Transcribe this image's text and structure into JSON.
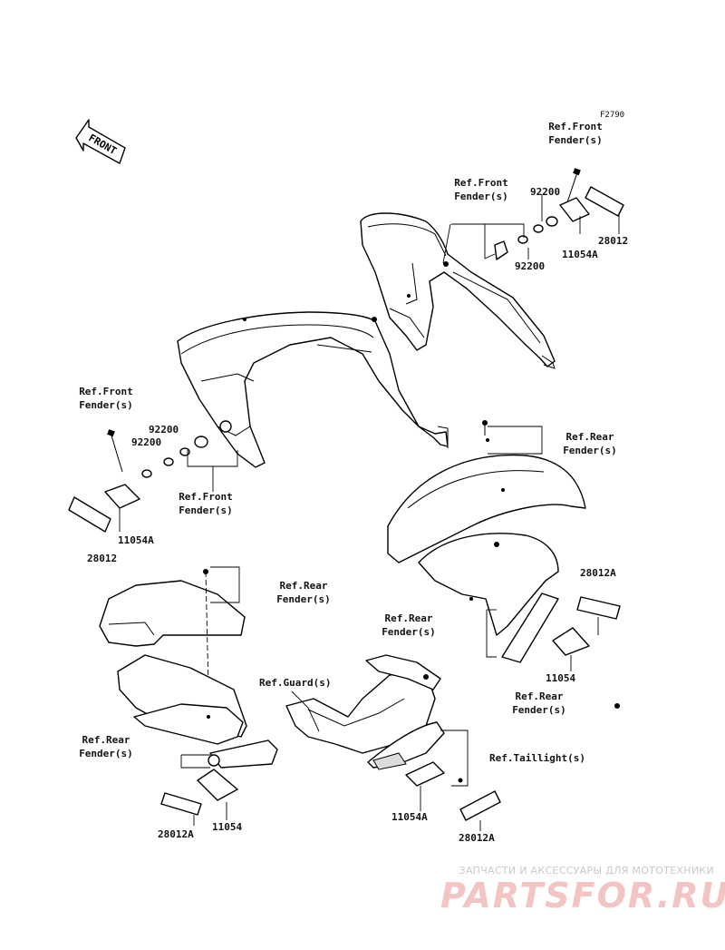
{
  "figure_code": "F2790",
  "front_arrow_text": "FRONT",
  "watermark": {
    "tagline": "ЗАПЧАСТИ И АКСЕССУАРЫ ДЛЯ МОТОТЕХНИКИ",
    "logo": "PARTSFOR.RU"
  },
  "labels": {
    "ref_front_fender_top": "Ref.Front\nFender(s)",
    "ref_front_fender_mid": "Ref.Front\nFender(s)",
    "p92200_a": "92200",
    "p92200_b": "92200",
    "p28012_a": "28012",
    "p11054a_a": "11054A",
    "ref_front_fender_left": "Ref.Front\nFender(s)",
    "p92200_c": "92200",
    "p92200_d": "92200",
    "ref_front_fender_bottom": "Ref.Front\nFender(s)",
    "p11054a_b": "11054A",
    "p28012_b": "28012",
    "ref_rear_fender_1": "Ref.Rear\nFender(s)",
    "ref_rear_fender_2": "Ref.Rear\nFender(s)",
    "ref_rear_fender_3": "Ref.Rear\nFender(s)",
    "p28012a_a": "28012A",
    "p11054_a": "11054",
    "ref_rear_fender_4": "Ref.Rear\nFender(s)",
    "ref_guard": "Ref.Guard(s)",
    "ref_rear_fender_5": "Ref.Rear\nFender(s)",
    "ref_taillight": "Ref.Taillight(s)",
    "p11054a_c": "11054A",
    "p28012a_b": "28012A",
    "p28012a_c": "28012A",
    "p11054_b": "11054"
  }
}
